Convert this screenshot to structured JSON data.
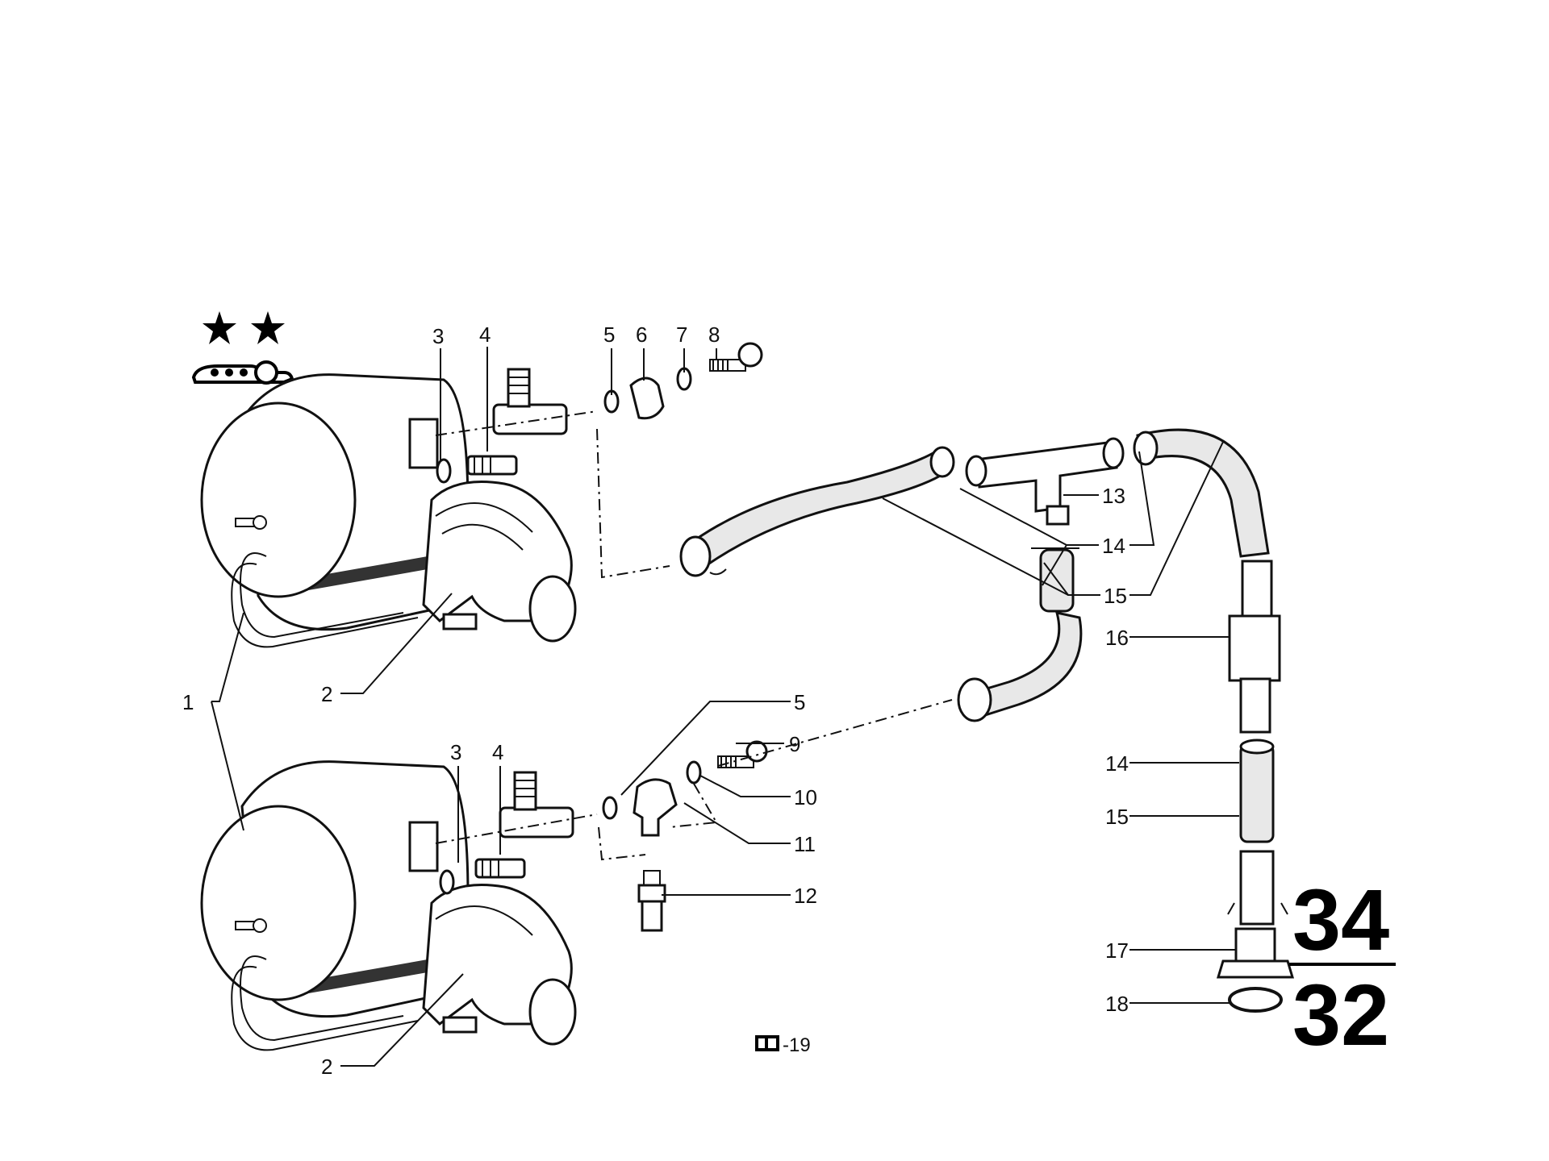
{
  "callouts": [
    {
      "id": "c1",
      "label": "1"
    },
    {
      "id": "c2a",
      "label": "2"
    },
    {
      "id": "c2b",
      "label": "2"
    },
    {
      "id": "c3a",
      "label": "3"
    },
    {
      "id": "c3b",
      "label": "3"
    },
    {
      "id": "c4a",
      "label": "4"
    },
    {
      "id": "c4b",
      "label": "4"
    },
    {
      "id": "c5a",
      "label": "5"
    },
    {
      "id": "c5b",
      "label": "5"
    },
    {
      "id": "c6",
      "label": "6"
    },
    {
      "id": "c7",
      "label": "7"
    },
    {
      "id": "c8",
      "label": "8"
    },
    {
      "id": "c9",
      "label": "9"
    },
    {
      "id": "c10",
      "label": "10"
    },
    {
      "id": "c11",
      "label": "11"
    },
    {
      "id": "c12",
      "label": "12"
    },
    {
      "id": "c13",
      "label": "13"
    },
    {
      "id": "c14a",
      "label": "14"
    },
    {
      "id": "c14b",
      "label": "14"
    },
    {
      "id": "c15a",
      "label": "15"
    },
    {
      "id": "c15b",
      "label": "15"
    },
    {
      "id": "c16",
      "label": "16"
    },
    {
      "id": "c17",
      "label": "17"
    },
    {
      "id": "c18",
      "label": "18"
    }
  ],
  "group": {
    "main": "34",
    "sub": "32"
  },
  "reference": {
    "text": "-19"
  }
}
